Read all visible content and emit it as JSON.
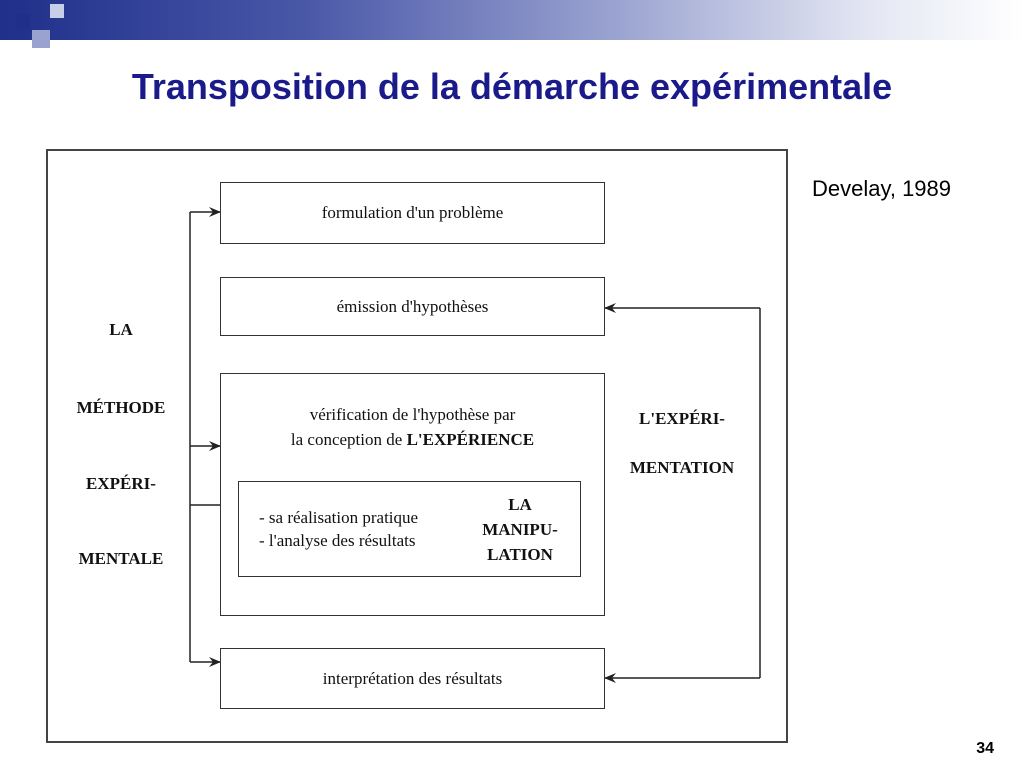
{
  "slide": {
    "title": "Transposition de la démarche expérimentale",
    "citation": "Develay, 1989",
    "page_number": "34"
  },
  "diagram": {
    "boxes": {
      "formulation": "formulation d'un problème",
      "emission": "émission d'hypothèses",
      "verification_line1": "vérification de l'hypothèse par",
      "verification_line2_prefix": "la conception de ",
      "verification_line2_bold": "L'EXPÉRIENCE",
      "realisation_line1": "- sa réalisation pratique",
      "realisation_line2": "- l'analyse des résultats",
      "manipulation_line1": "LA",
      "manipulation_line2": "MANIPU-",
      "manipulation_line3": "LATION",
      "interpretation": "interprétation des résultats"
    },
    "left_label": [
      "LA",
      "MÉTHODE",
      "EXPÉRI-",
      "MENTALE"
    ],
    "right_label": [
      "L'EXPÉRI-",
      "MENTATION"
    ]
  }
}
